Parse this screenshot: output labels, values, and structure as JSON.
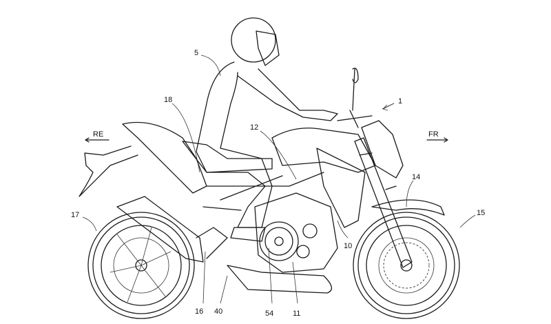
{
  "figure": {
    "direction_labels": {
      "rear": "RE",
      "front": "FR"
    },
    "reference_numerals": {
      "motorcycle": "1",
      "rider": "5",
      "engine_cover": "10",
      "engine": "11",
      "fuel_tank": "12",
      "front_fork": "14",
      "front_wheel": "15",
      "muffler": "16",
      "rear_wheel": "17",
      "seat": "18",
      "footrest": "40",
      "shift_pedal": "54"
    }
  }
}
